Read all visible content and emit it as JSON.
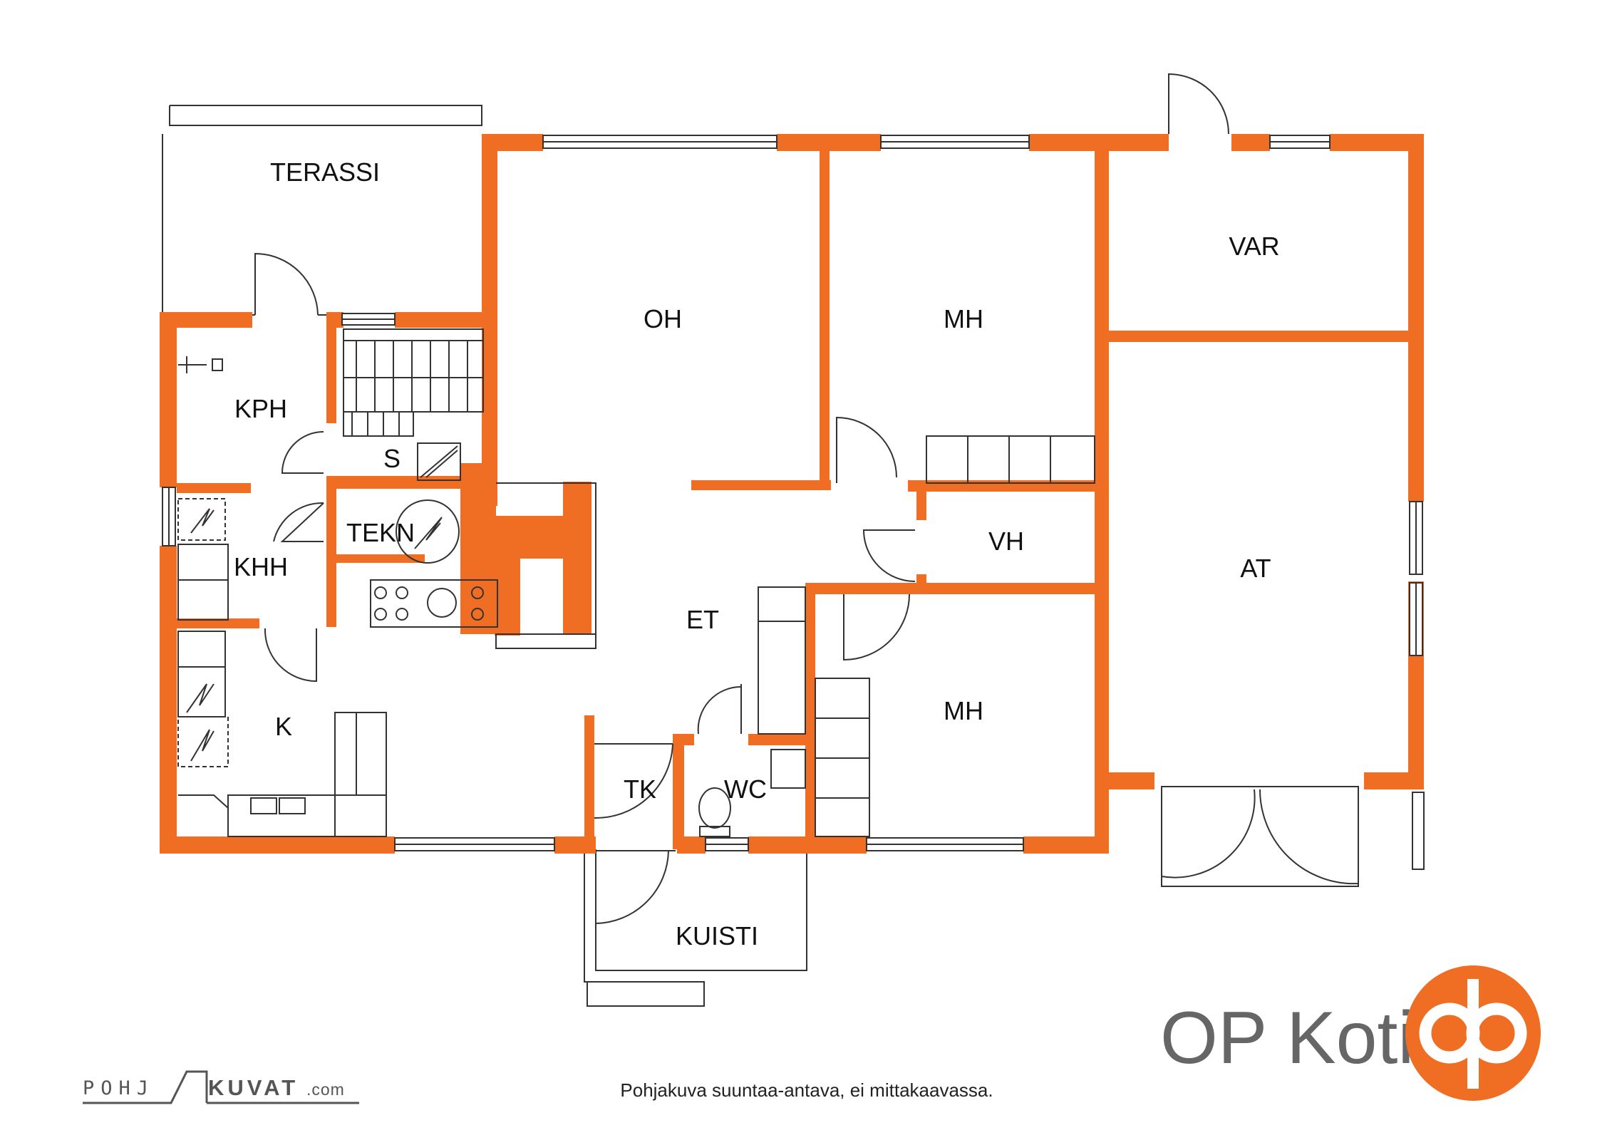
{
  "colors": {
    "wall": "#f06e23",
    "line": "#333333",
    "brand_grey": "#666666",
    "background": "#ffffff"
  },
  "rooms": {
    "terassi": "TERASSI",
    "oh": "OH",
    "mh_upper": "MH",
    "var": "VAR",
    "kph": "KPH",
    "s": "S",
    "tekn": "TEKN",
    "khh": "KHH",
    "vh": "VH",
    "at": "AT",
    "et": "ET",
    "k": "K",
    "tk": "TK",
    "wc": "WC",
    "mh_lower": "MH",
    "kuisti": "KUISTI"
  },
  "footer": {
    "note": "Pohjakuva suuntaa-antava, ei mittakaavassa.",
    "credit_left": "POHJ",
    "credit_right": "KUVAT",
    "credit_suffix": ".com"
  },
  "brand": {
    "name": "OP Koti",
    "logo_icon": "op-logo-icon"
  }
}
